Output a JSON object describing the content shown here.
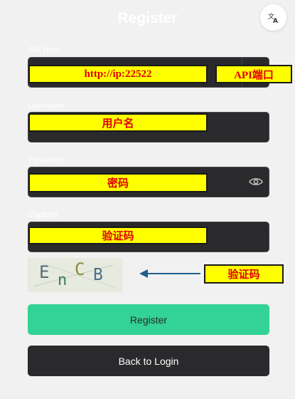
{
  "header": {
    "title": "Register",
    "language_icon": "translate-icon"
  },
  "form": {
    "api_host": {
      "label": "API Host"
    },
    "username": {
      "label": "Username"
    },
    "password": {
      "label": "Password",
      "toggle_icon": "eye-icon"
    },
    "captcha": {
      "label": "Captcha",
      "image_text": [
        "E",
        "n",
        "C",
        "B"
      ]
    }
  },
  "annotations": {
    "api_host_value": "http://ip:22522",
    "api_port": "API端口",
    "username": "用户名",
    "password": "密码",
    "captcha_field": "验证码",
    "captcha_image": "验证码"
  },
  "buttons": {
    "register": "Register",
    "back_to_login": "Back to Login"
  },
  "colors": {
    "background": "#f1f1f1",
    "field": "#2a2a2c",
    "accent": "#33d295",
    "annotation_fill": "#ffff00",
    "annotation_text": "#e00000",
    "arrow": "#1f5f8b"
  }
}
